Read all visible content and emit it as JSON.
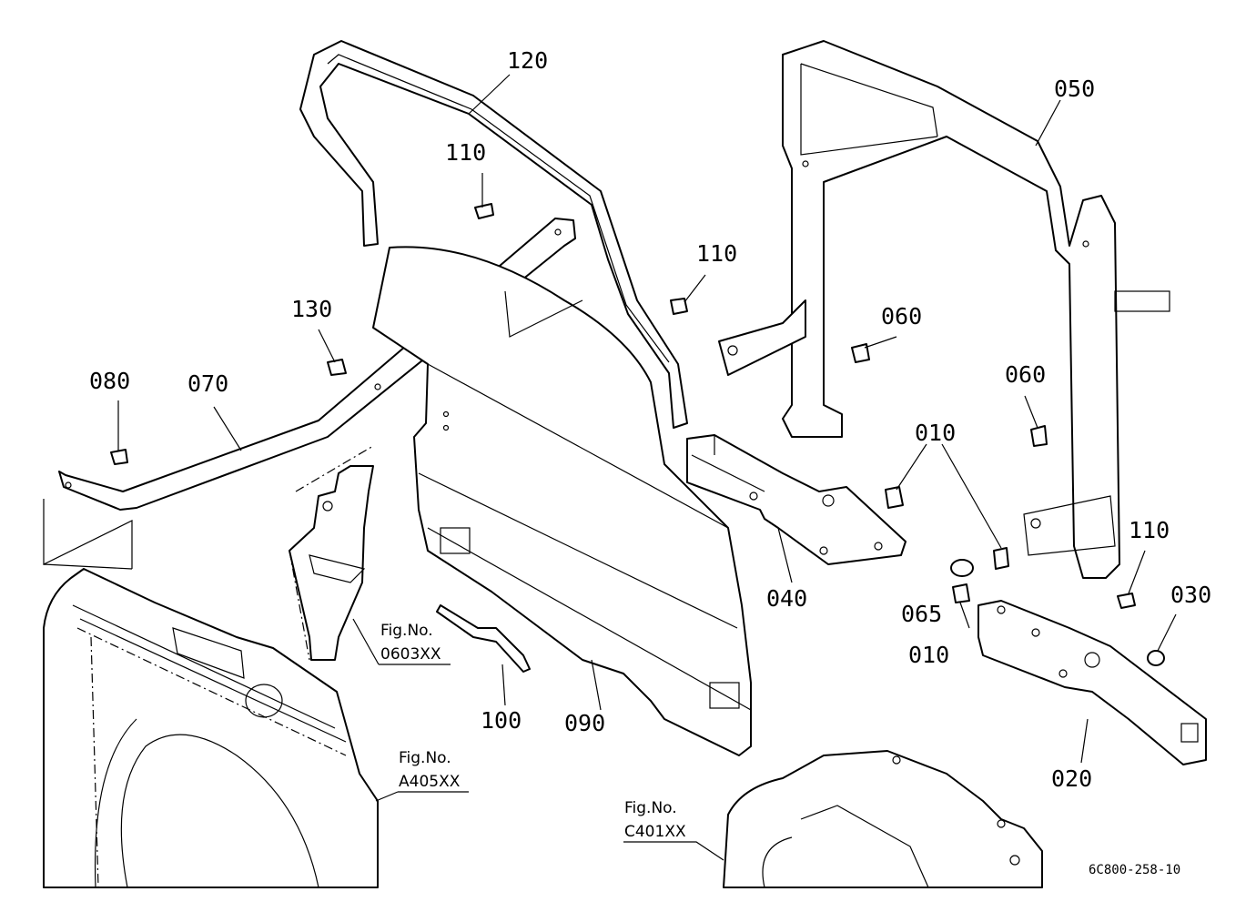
{
  "colors": {
    "line": "#000000",
    "background": "#ffffff"
  },
  "parts": [
    {
      "id": "010a",
      "label": "010"
    },
    {
      "id": "010b",
      "label": "010"
    },
    {
      "id": "020",
      "label": "020"
    },
    {
      "id": "030",
      "label": "030"
    },
    {
      "id": "040",
      "label": "040"
    },
    {
      "id": "050",
      "label": "050"
    },
    {
      "id": "060a",
      "label": "060"
    },
    {
      "id": "060b",
      "label": "060"
    },
    {
      "id": "065",
      "label": "065"
    },
    {
      "id": "070",
      "label": "070"
    },
    {
      "id": "080",
      "label": "080"
    },
    {
      "id": "090",
      "label": "090"
    },
    {
      "id": "100",
      "label": "100"
    },
    {
      "id": "110a",
      "label": "110"
    },
    {
      "id": "110b",
      "label": "110"
    },
    {
      "id": "110c",
      "label": "110"
    },
    {
      "id": "120",
      "label": "120"
    },
    {
      "id": "130",
      "label": "130"
    }
  ],
  "figure_refs": [
    {
      "title": "Fig.No.",
      "number": "0603XX"
    },
    {
      "title": "Fig.No.",
      "number": "A405XX"
    },
    {
      "title": "Fig.No.",
      "number": "C401XX"
    }
  ],
  "drawing_code": "6C800-258-10"
}
